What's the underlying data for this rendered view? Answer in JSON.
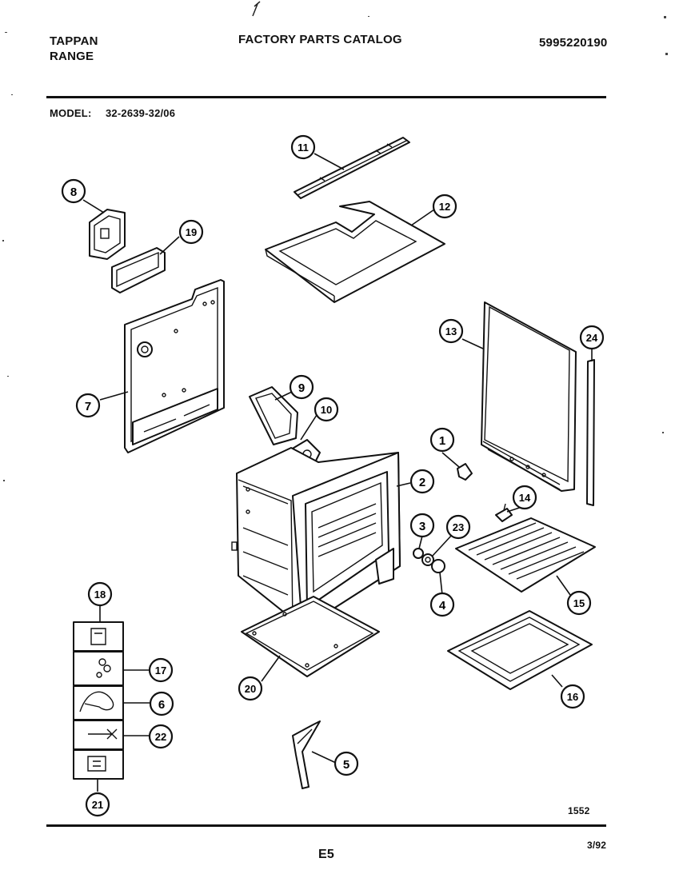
{
  "header": {
    "brand": "TAPPAN",
    "product": "RANGE",
    "catalog_title": "FACTORY PARTS CATALOG",
    "catalog_number": "5995220190"
  },
  "model": {
    "label": "MODEL:",
    "value": "32-2639-32/06"
  },
  "callouts": [
    "1",
    "2",
    "3",
    "4",
    "5",
    "6",
    "7",
    "8",
    "9",
    "10",
    "11",
    "12",
    "13",
    "14",
    "15",
    "16",
    "17",
    "18",
    "19",
    "20",
    "21",
    "22",
    "23",
    "24"
  ],
  "footer": {
    "drawing_number": "1552",
    "page": "E5",
    "date": "3/92"
  }
}
